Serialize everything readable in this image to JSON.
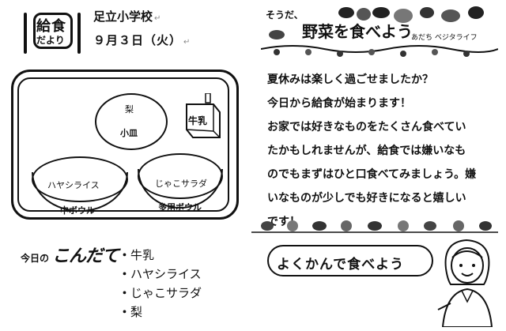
{
  "header": {
    "logo_line1": "給食",
    "logo_line2": "だより",
    "school": "足立小学校",
    "date": "９月３日（火）"
  },
  "tray": {
    "milk_label": "牛乳",
    "dish_small_food": "梨",
    "dish_small_name": "小皿",
    "dish_rice_food": "ハヤシライス",
    "dish_rice_name": "中ボウル",
    "dish_salad_food": "じゃこサラダ",
    "dish_salad_name": "多用ボウル"
  },
  "veg_banner": {
    "prefix": "そうだ、",
    "title": "野菜を食べよう",
    "subtitle": "あだち ベジタライフ"
  },
  "message": {
    "lines": [
      "夏休みは楽しく過ごせましたか？",
      "今日から給食が始まります！",
      "お家では好きなものをたくさん食べてい",
      "たかもしれませんが、給食では嫌いなも",
      "のでもまずはひと口食べてみましょう。嫌",
      "いなものが少しでも好きになると嬉しい",
      "です！"
    ]
  },
  "slogan": "よくかんで食べよう",
  "menu": {
    "title_small": "今日の",
    "title_big": "こんだて",
    "items": [
      "牛乳",
      "ハヤシライス",
      "じゃこサラダ",
      "梨"
    ]
  }
}
